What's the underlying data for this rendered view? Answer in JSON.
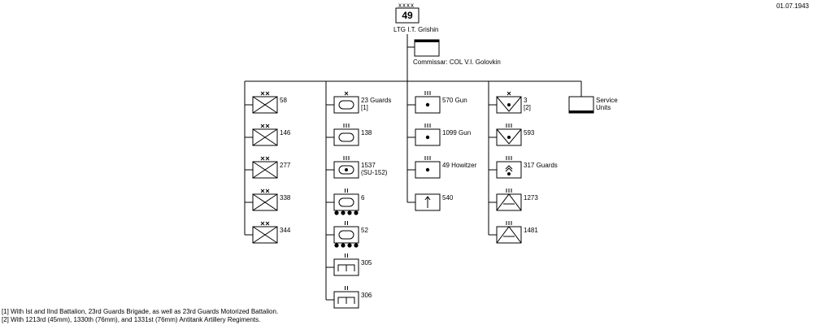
{
  "date": "01.07.1943",
  "hq": {
    "echelon": "xxxx",
    "number": "49",
    "commander": "LTG I.T. Grishin"
  },
  "commissar": {
    "label": "Commissar:  COL  V.I. Golovkin"
  },
  "columns": [
    {
      "units": [
        {
          "type": "infantry",
          "echelon": "xx",
          "label": "58",
          "label2": ""
        },
        {
          "type": "infantry",
          "echelon": "xx",
          "label": "146",
          "label2": ""
        },
        {
          "type": "infantry",
          "echelon": "xx",
          "label": "277",
          "label2": ""
        },
        {
          "type": "infantry",
          "echelon": "xx",
          "label": "338",
          "label2": ""
        },
        {
          "type": "infantry",
          "echelon": "xx",
          "label": "344",
          "label2": ""
        }
      ]
    },
    {
      "units": [
        {
          "type": "tank",
          "echelon": "x",
          "label": "23 Guards",
          "label2": "[1]"
        },
        {
          "type": "tank",
          "echelon": "III",
          "label": "138",
          "label2": ""
        },
        {
          "type": "sp-gun",
          "echelon": "III",
          "label": "1537",
          "label2": "(SU-152)"
        },
        {
          "type": "armored-train",
          "echelon": "II",
          "label": "6",
          "label2": ""
        },
        {
          "type": "armored-train",
          "echelon": "II",
          "label": "52",
          "label2": ""
        },
        {
          "type": "engineer",
          "echelon": "II",
          "label": "305",
          "label2": ""
        },
        {
          "type": "engineer",
          "echelon": "II",
          "label": "306",
          "label2": ""
        }
      ]
    },
    {
      "units": [
        {
          "type": "artillery",
          "echelon": "III",
          "label": "570 Gun",
          "label2": ""
        },
        {
          "type": "artillery",
          "echelon": "III",
          "label": "1099 Gun",
          "label2": ""
        },
        {
          "type": "artillery",
          "echelon": "III",
          "label": "49 Howitzer",
          "label2": ""
        },
        {
          "type": "rocket",
          "echelon": "",
          "label": "540",
          "label2": ""
        }
      ]
    },
    {
      "units": [
        {
          "type": "antitank",
          "echelon": "x",
          "label": "3",
          "label2": "[2]"
        },
        {
          "type": "antitank",
          "echelon": "III",
          "label": "593",
          "label2": ""
        },
        {
          "type": "guards-mortar",
          "echelon": "III",
          "label": "317 Guards",
          "label2": ""
        },
        {
          "type": "antiaircraft",
          "echelon": "III",
          "label": "1273",
          "label2": ""
        },
        {
          "type": "antiaircraft",
          "echelon": "III",
          "label": "1481",
          "label2": ""
        }
      ]
    }
  ],
  "service": {
    "label": "Service",
    "label2": "Units"
  },
  "footnotes": [
    "[1] With Ist and IInd Battalion, 23rd Guards Brigade, as well as 23rd Guards Motorized  Battalion.",
    "[2] With 1213rd (45mm), 1330th (76mm), and 1331st (76mm) Antitank Artillery Regiments."
  ]
}
